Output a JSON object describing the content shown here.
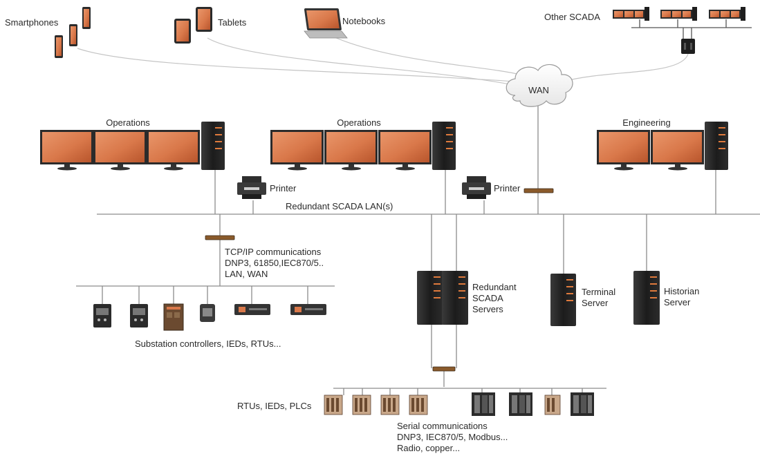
{
  "wan": {
    "label": "WAN"
  },
  "remote": {
    "smartphones": "Smartphones",
    "tablets": "Tablets",
    "notebooks": "Notebooks",
    "other_scada": "Other SCADA"
  },
  "workstations": {
    "operations_1": "Operations",
    "operations_2": "Operations",
    "engineering": "Engineering"
  },
  "printers": {
    "printer_1": "Printer",
    "printer_2": "Printer"
  },
  "lan": {
    "label": "Redundant SCADA LAN(s)"
  },
  "tcpip": {
    "line1": "TCP/IP communications",
    "line2": "DNP3, 61850,IEC870/5..",
    "line3": "LAN, WAN"
  },
  "substation": {
    "label": "Substation controllers, IEDs, RTUs..."
  },
  "servers": {
    "scada": [
      "Redundant",
      "SCADA",
      "Servers"
    ],
    "terminal": [
      "Terminal",
      "Server"
    ],
    "historian": [
      "Historian",
      "Server"
    ]
  },
  "field": {
    "label": "RTUs, IEDs, PLCs"
  },
  "serial": {
    "line1": "Serial communications",
    "line2": "DNP3, IEC870/5, Modbus...",
    "line3": "Radio, copper..."
  },
  "colors": {
    "screen": "#d9784a",
    "screen_dark": "#b8552c",
    "frame": "#2b2b2b",
    "server": "#1e1e1e",
    "server_led": "#e07a3c",
    "switch": "#8a5a2b",
    "line": "#8c8c8c"
  },
  "icons": {
    "phone": "smartphone-icon",
    "tablet": "tablet-icon",
    "notebook": "notebook-icon",
    "cloud": "cloud-icon",
    "monitor": "monitor-icon",
    "tower": "server-tower-icon",
    "printer": "printer-icon",
    "switch": "network-switch-icon",
    "rtu": "rtu-module-icon"
  }
}
